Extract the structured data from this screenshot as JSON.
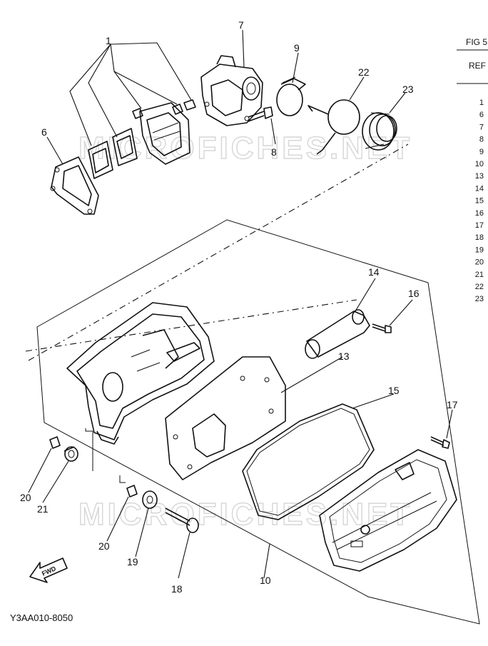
{
  "figure_label": "FIG 5",
  "ref_header": "REF",
  "ref_numbers": [
    "1",
    "6",
    "7",
    "8",
    "9",
    "10",
    "13",
    "14",
    "15",
    "16",
    "17",
    "18",
    "19",
    "20",
    "21",
    "22",
    "23"
  ],
  "callouts": {
    "c1": "1",
    "c6": "6",
    "c7": "7",
    "c8": "8",
    "c9": "9",
    "c10": "10",
    "c13": "13",
    "c14": "14",
    "c15": "15",
    "c16": "16",
    "c17": "17",
    "c18": "18",
    "c19": "19",
    "c20a": "20",
    "c20b": "20",
    "c21": "21",
    "c22": "22",
    "c23": "23"
  },
  "fwd_label": "FWD",
  "drawing_code": "Y3AA010-8050",
  "watermark": "MICROFICHES.NET"
}
